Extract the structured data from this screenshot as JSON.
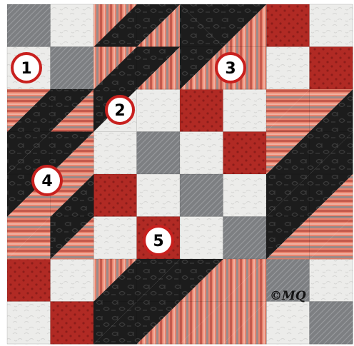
{
  "quilt": {
    "colors": {
      "black": "#1c1c1c",
      "black_print": "#3a3a3a",
      "red": "#b12a24",
      "red_dark": "#8e1d1a",
      "cream": "#ececea",
      "cream_print": "#d6d6d4",
      "gray": "#7d7f82",
      "gray_print": "#9a9c9f",
      "stripe_a": "#e9846f",
      "stripe_b": "#c65a4c",
      "stripe_c": "#f0b2a2",
      "stripe_d": "#9c8a88",
      "border": "#d0d0d0",
      "badge_ring": "#c8201e",
      "badge_fill": "#ffffff",
      "badge_text": "#111111"
    },
    "labels": [
      {
        "id": "1",
        "text": "1"
      },
      {
        "id": "2",
        "text": "2"
      },
      {
        "id": "3",
        "text": "3"
      },
      {
        "id": "4",
        "text": "4"
      },
      {
        "id": "5",
        "text": "5"
      }
    ],
    "signature": "©MQ"
  }
}
